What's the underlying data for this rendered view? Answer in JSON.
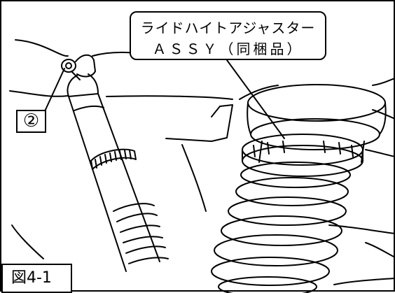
{
  "callout": {
    "line1": "ライドハイトアジャスター",
    "line2": "ＡＳＳＹ（同梱品）"
  },
  "part_marker": "②",
  "figure_label": "図4-1",
  "illustration": {
    "depicts": [
      "shock-absorber",
      "ride-height-adjuster-assy",
      "coil-spring",
      "adjuster-lock-ring",
      "upper-mount-bolt",
      "spring-seat"
    ]
  }
}
